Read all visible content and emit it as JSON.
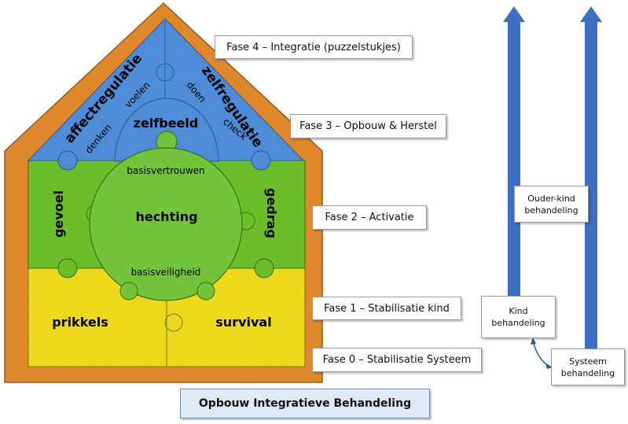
{
  "house": {
    "roof_left_word": "affectregulatie",
    "roof_right_word": "zelfregulatie",
    "roof_left_inner_a": "denken",
    "roof_left_inner_b": "voelen",
    "roof_right_inner_a": "doen",
    "roof_right_inner_b": "check",
    "top_center": "zelfbeeld",
    "circle_top": "basisvertrouwen",
    "circle_center": "hechting",
    "circle_bottom": "basisveiligheid",
    "left_middle": "gevoel",
    "right_middle": "gedrag",
    "bottom_left": "prikkels",
    "bottom_right": "survival"
  },
  "phases": [
    "Fase 4 – Integratie (puzzelstukjes)",
    "Fase 3 – Opbouw & Herstel",
    "Fase 2 – Activatie",
    "Fase 1 – Stabilisatie kind",
    "Fase 0 – Stabilisatie Systeem"
  ],
  "treatments": {
    "parent_child": "Ouder-kind behandeling",
    "child": "Kind behandeling",
    "system": "Systeem behandeling"
  },
  "caption": "Opbouw Integratieve Behandeling",
  "colors": {
    "frame": "#e38a2c",
    "roof": "#4f8fdc",
    "middle": "#6cc22b",
    "circle": "#74c83a",
    "bottom": "#f2de1a",
    "arrow": "#3d6fc4"
  }
}
